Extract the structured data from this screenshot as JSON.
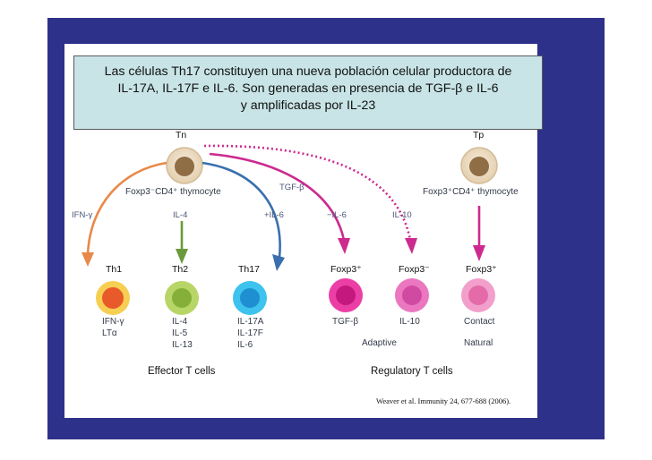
{
  "caption": {
    "line1": "Las células Th17 constituyen una nueva población celular productora de",
    "line2": "IL-17A, IL-17F  e IL-6. Son generadas en presencia de TGF-β e IL-6",
    "line3": "y amplificadas por IL-23"
  },
  "diagram": {
    "tn_label": "Tn",
    "tp_label": "Tp",
    "tn_desc": "Foxp3⁻CD4⁺ thymocyte",
    "tp_desc": "Foxp3⁺CD4⁺ thymocyte",
    "arrows": {
      "ifng": "IFN-γ",
      "il4": "IL-4",
      "il6_plus": "+IL-6",
      "tgfb": "TGF-β",
      "il6_minus": "−IL-6",
      "il10": "IL-10"
    },
    "cells": [
      {
        "name": "Th1",
        "products": [
          "IFN-γ",
          "LTα"
        ],
        "color": "#f08a28"
      },
      {
        "name": "Th2",
        "products": [
          "IL-4",
          "IL-5",
          "IL-13"
        ],
        "color": "#9bc24a"
      },
      {
        "name": "Th17",
        "products": [
          "IL-17A",
          "IL-17F",
          "IL-6"
        ],
        "color": "#2ab4e6"
      },
      {
        "name": "Foxp3⁺",
        "products": [
          "TGF-β"
        ],
        "color": "#e0269a"
      },
      {
        "name": "Foxp3⁻",
        "products": [
          "IL-10"
        ],
        "color": "#e262b4"
      },
      {
        "name": "Foxp3⁺",
        "products": [
          "Contact"
        ],
        "color": "#ef7fb8"
      }
    ],
    "adaptive_label": "Adaptive",
    "natural_label": "Natural",
    "effector_label": "Effector T cells",
    "regulatory_label": "Regulatory T cells",
    "citation": "Weaver et al. Immunity 24, 677-688 (2006)."
  },
  "colors": {
    "frame": "#2e3189",
    "caption_bg": "#c8e4e6",
    "th1_arrow": "#e8894a",
    "th2_arrow": "#6a9a3c",
    "th17_arrow": "#3a6fae",
    "treg_arrow": "#cc2a8e"
  }
}
